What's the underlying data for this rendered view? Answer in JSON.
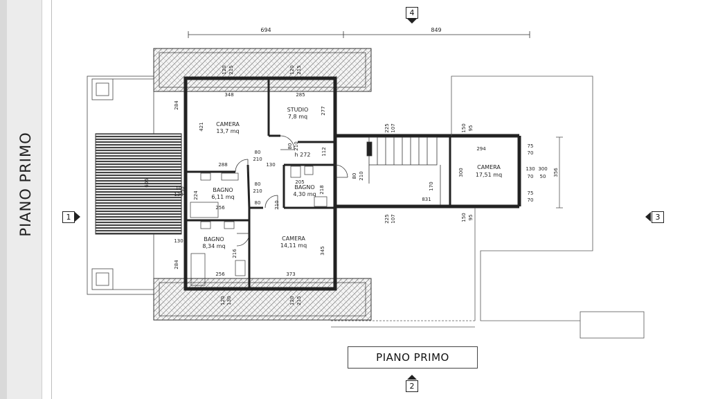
{
  "side_title": "PIANO PRIMO",
  "footer_title": "PIANO PRIMO",
  "section_markers": {
    "top": "4",
    "left": "1",
    "right": "3",
    "bottom": "2"
  },
  "top_dimensions": [
    "694",
    "849"
  ],
  "rooms": [
    {
      "name": "CAMERA",
      "area": "13,7 mq"
    },
    {
      "name": "STUDIO",
      "area": "7,8 mq"
    },
    {
      "name": "CAMERA",
      "area": "17,51 mq"
    },
    {
      "name": "BAGNO",
      "area": "6,11 mq"
    },
    {
      "name": "BAGNO",
      "area": "4,30 mq"
    },
    {
      "name": "BAGNO",
      "area": "8,34 mq"
    },
    {
      "name": "CAMERA",
      "area": "14,11 mq"
    }
  ],
  "ceiling_height": "h 272",
  "dims": {
    "d348": "348",
    "d285": "285",
    "d277": "277",
    "d421": "421",
    "d284a": "284",
    "d284b": "284",
    "d288": "288",
    "d130a": "130",
    "d130b": "130",
    "d112": "112",
    "d80a": "80",
    "d210a": "210",
    "d80b": "80",
    "d210b": "210",
    "d80c": "80",
    "d210c": "210",
    "d80d": "80",
    "d210d": "210",
    "d205": "205",
    "d218": "218",
    "d224": "224",
    "d216": "216",
    "d150": "150",
    "d256a": "256",
    "d256b": "256",
    "d373": "373",
    "d345": "345",
    "d225a": "225",
    "d107a": "107",
    "d225b": "225",
    "d107b": "107",
    "d150a": "150",
    "d95a": "95",
    "d150b": "150",
    "d95b": "95",
    "d294": "294",
    "d75a": "75",
    "d70a": "70",
    "d75b": "75",
    "d70b": "70",
    "d130c": "130",
    "d300a": "300",
    "d70c": "70",
    "d50": "50",
    "d300b": "300",
    "d356": "356",
    "d170": "170",
    "d831": "831",
    "d120a": "120",
    "d215a": "215",
    "d120b": "120",
    "d215b": "215",
    "d120c": "120",
    "d130d": "130",
    "d120e": "120",
    "d215c": "215",
    "d80e": "80",
    "d210e": "210",
    "d605": "605",
    "d10": "10",
    "d130e": "130"
  },
  "colors": {
    "wall": "#222222",
    "hatch": "#555555",
    "band": "#ececec"
  }
}
